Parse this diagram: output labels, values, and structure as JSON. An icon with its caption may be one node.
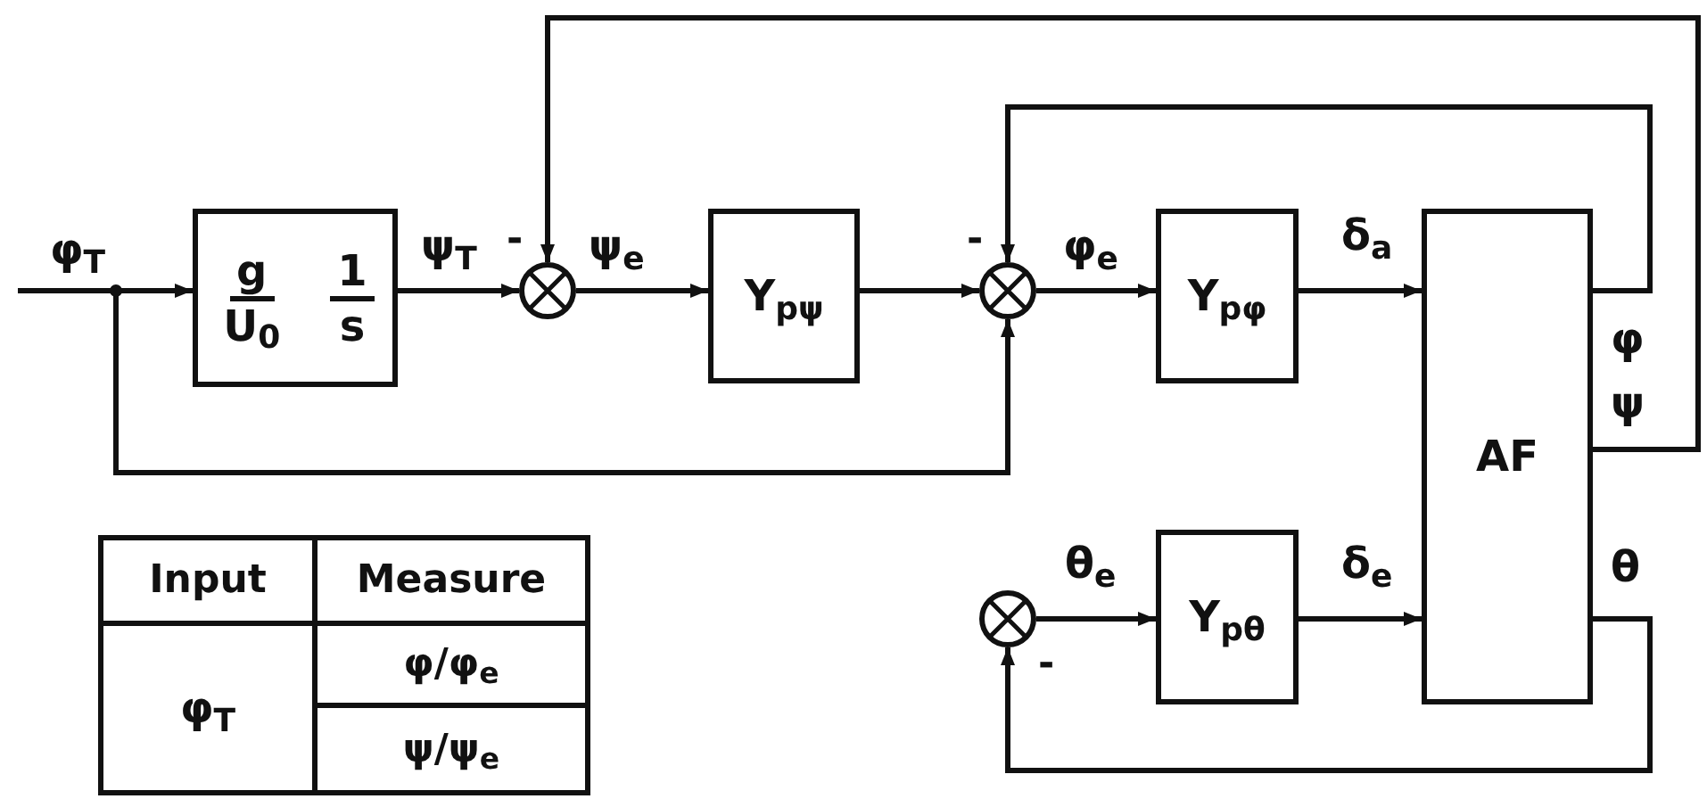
{
  "diagram": {
    "nodes": [
      {
        "text": [
          "g",
          "U$_{0}$",
          "1",
          "s"
        ]
      },
      {
        "text": [],
        "shape": "circle"
      },
      {
        "text": [
          "Y$_{pψ}$"
        ]
      },
      {
        "text": [],
        "shape": "circle"
      },
      {
        "text": [
          "Y$_{pφ}$"
        ]
      },
      {
        "text": [
          "AF"
        ]
      },
      {
        "text": [],
        "shape": "circle"
      },
      {
        "text": [
          "Y$_{pθ}$"
        ]
      }
    ],
    "edges": [
      {
        "from": null,
        "to": 0,
        "arrow": "to",
        "label": "φ$_{T}$"
      },
      {
        "from": null,
        "to": 3,
        "arrow": "to"
      },
      {
        "from": 0,
        "to": 1,
        "arrow": "to",
        "label": "ψ$_{T}$"
      },
      {
        "from": 1,
        "to": 2,
        "arrow": "to",
        "label": "ψ$_{e}$"
      },
      {
        "from": 2,
        "to": 3,
        "arrow": "to"
      },
      {
        "from": 3,
        "to": 4,
        "arrow": "to",
        "label": "φ$_{e}$"
      },
      {
        "from": 4,
        "to": 5,
        "arrow": "to",
        "label": "δ$_{a}$"
      },
      {
        "from": 5,
        "to": 3,
        "arrow": "to",
        "label": "φ"
      },
      {
        "from": 5,
        "to": 1,
        "arrow": "to",
        "label": "ψ"
      },
      {
        "from": 6,
        "to": 7,
        "arrow": "to",
        "label": "θ$_{e}$"
      },
      {
        "from": 7,
        "to": 5,
        "arrow": "to",
        "label": "δ$_{e}$"
      },
      {
        "from": 5,
        "to": 6,
        "arrow": "to",
        "label": "θ"
      }
    ],
    "labels": [
      "-",
      "-",
      "-",
      "Input",
      "Measure",
      "φ$_{T}$",
      "φ/φ$_{e}$",
      "ψ/ψ$_{e}$"
    ]
  }
}
